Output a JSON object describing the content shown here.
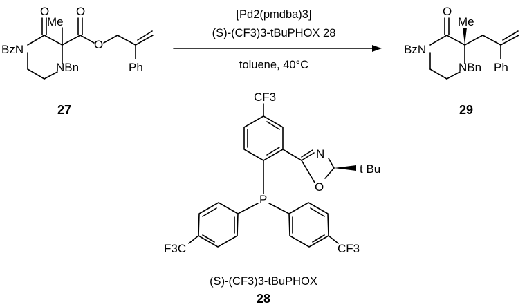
{
  "reaction": {
    "catalyst": "[Pd2(pmdba)3]",
    "ligand_line": "(S)-(CF3)3-tBuPHOX 28",
    "conditions": "toluene, 40°C"
  },
  "starting_material": {
    "id": "27",
    "labels": {
      "o1": "O",
      "o2": "O",
      "o3": "O",
      "me": "Me",
      "n1": "BzN",
      "n2": "NBn",
      "ph": "Ph"
    }
  },
  "product": {
    "id": "29",
    "labels": {
      "o": "O",
      "me": "Me",
      "n1": "BzN",
      "n2": "NBn",
      "ph": "Ph"
    }
  },
  "ligand": {
    "id": "28",
    "name": "(S)-(CF3)3-tBuPHOX",
    "labels": {
      "cf3_top": "CF3",
      "cf3_left": "F3C",
      "cf3_right": "CF3",
      "n": "N",
      "o": "O",
      "p": "P",
      "tbu": "t Bu"
    }
  }
}
